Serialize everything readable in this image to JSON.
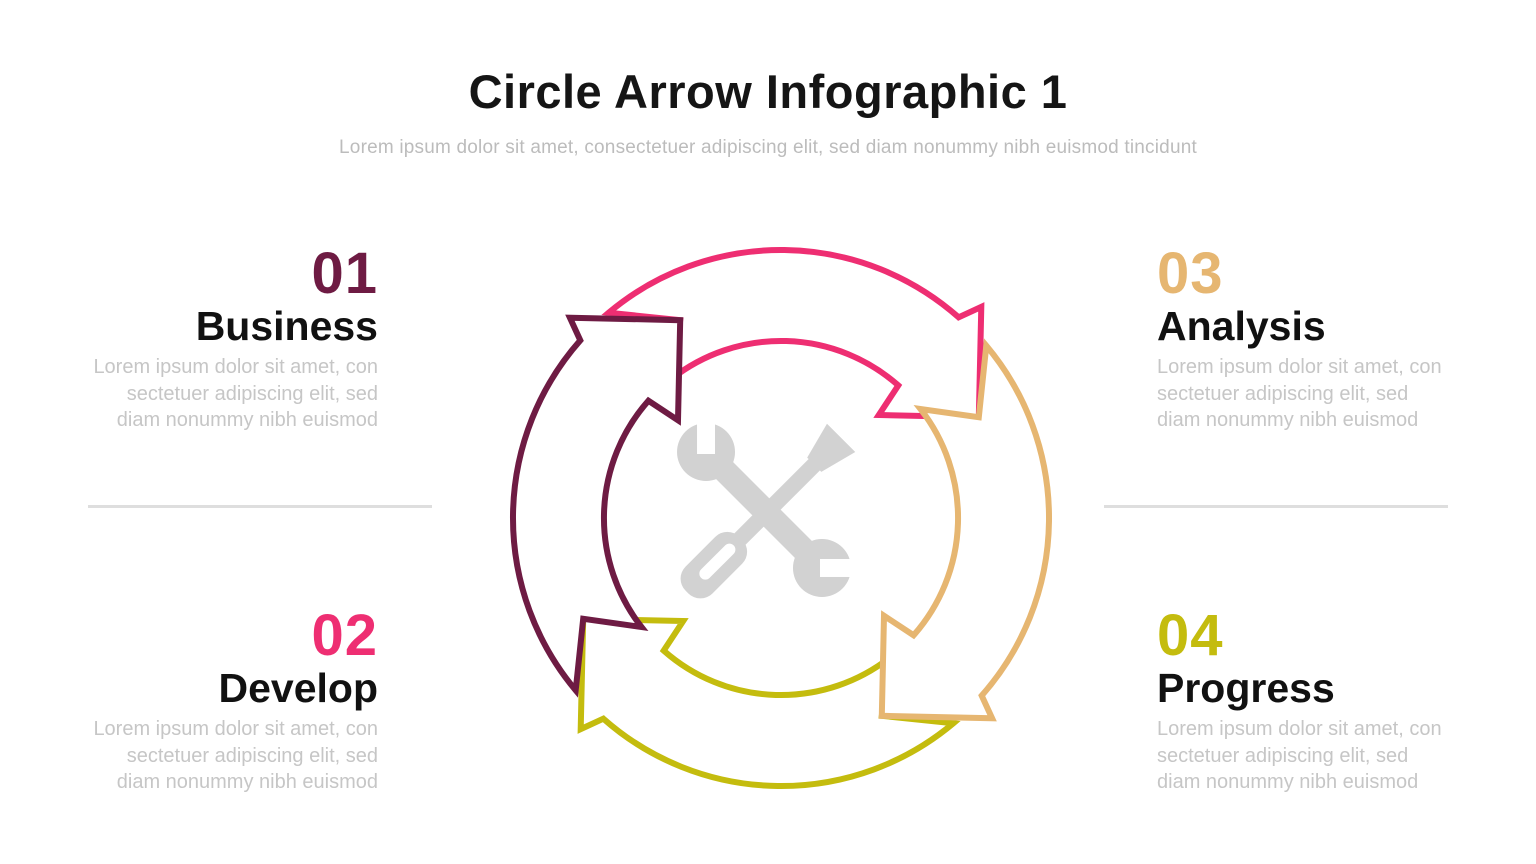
{
  "header": {
    "title": "Circle Arrow Infographic 1",
    "subtitle": "Lorem ipsum dolor sit amet, consectetuer adipiscing elit, sed diam nonummy nibh euismod tincidunt"
  },
  "colors": {
    "maroon": "#6e1b43",
    "pink": "#ee2e72",
    "tan": "#e6b671",
    "yellow": "#c4bc0e",
    "icon_gray": "#d2d2d2",
    "white": "#ffffff",
    "heading_black": "#151515",
    "description_gray": "#c6c6c6",
    "divider_gray": "#dedede"
  },
  "steps": [
    {
      "number": "01",
      "title": "Business",
      "color": "#6e1b43",
      "description": "Lorem ipsum dolor sit amet, con\nsectetuer adipiscing elit, sed\ndiam nonummy nibh euismod"
    },
    {
      "number": "02",
      "title": "Develop",
      "color": "#ee2e72",
      "description": "Lorem ipsum dolor sit amet, con\nsectetuer adipiscing elit, sed\ndiam nonummy nibh euismod"
    },
    {
      "number": "03",
      "title": "Analysis",
      "color": "#e6b671",
      "description": "Lorem ipsum dolor sit amet, con\nsectetuer adipiscing elit, sed\n diam nonummy nibh euismod"
    },
    {
      "number": "04",
      "title": "Progress",
      "color": "#c4bc0e",
      "description": "Lorem ipsum dolor sit amet, con\nsectetuer adipiscing elit, sed\n diam nonummy nibh euismod"
    }
  ],
  "diagram": {
    "description": "Four circular arrow bands cycling clockwise",
    "center_icon": "tools-icon"
  }
}
